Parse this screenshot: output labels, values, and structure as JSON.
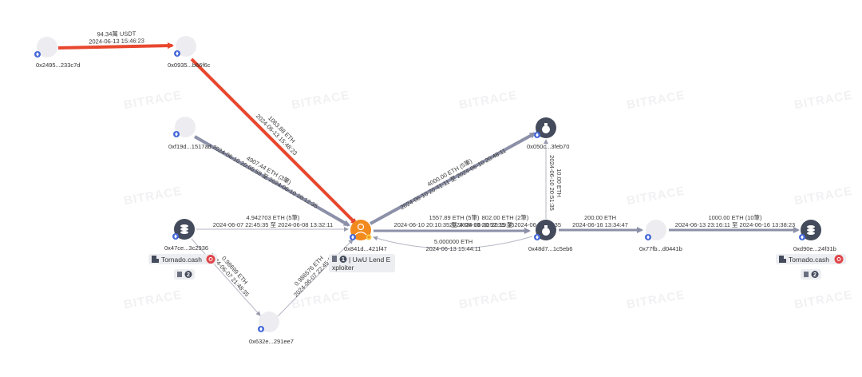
{
  "watermark": "BITRACE",
  "nodes": {
    "n2495": {
      "label": "0x2495...233c7d",
      "kind": "address"
    },
    "n0935": {
      "label": "0x0935...b66f6c",
      "kind": "address"
    },
    "nf19d": {
      "label": "0xf19d...1517ad",
      "kind": "address"
    },
    "n47ce": {
      "label": "0x47ce...3c2936",
      "kind": "entity",
      "tag": "Tornado.cash",
      "count": "2"
    },
    "n632e": {
      "label": "0x632e...291ee7",
      "kind": "address"
    },
    "n841d": {
      "label": "0x841d...421f47",
      "kind": "focus",
      "tag_num": "1",
      "tag": "| UwU Lend E",
      "tag_line2": "xploiter"
    },
    "n050c": {
      "label": "0x050c...3feb70",
      "kind": "entity"
    },
    "n48d7": {
      "label": "0x48d7...1c5eb6",
      "kind": "entity"
    },
    "n77fb": {
      "label": "0x77fb...d0441b",
      "kind": "address"
    },
    "nd90e": {
      "label": "0xd90e...24f31b",
      "kind": "entity",
      "tag": "Tornado.cash",
      "count": "2"
    }
  },
  "edges": {
    "e1": {
      "amount": "94.34萬 USDT",
      "time": "2024-06-13 15:46:23"
    },
    "e2": {
      "amount": "1063.88 ETH",
      "time": "2024-06-13 15:48:23"
    },
    "e3": {
      "amount": "4907.44 ETH (3筆)",
      "time": "2024-06-10 20:05:59 至 2024-06-10 20:12:35"
    },
    "e4": {
      "amount": "4.942703 ETH (5筆)",
      "time": "2024-06-07 22:45:35 至 2024-06-08 13:32:11"
    },
    "e5": {
      "amount": "0.98699 ETH",
      "time": "2024-06-07 21:48:35"
    },
    "e6": {
      "amount": "0.986576 ETH",
      "time": "2024-06-07 22:45:35"
    },
    "e7": {
      "amount": "4000.00 ETH (5筆)",
      "time": "2024-06-10 20:41:11 至 2024-06-10 20:48:11"
    },
    "e8": {
      "amount": "1557.89 ETH (5筆)",
      "time": "2024-06-10 20:10:35 至 2024-06-10 20:19:35"
    },
    "e9": {
      "amount": "802.00 ETH (2筆)",
      "time": "2024-06-10 20:52:35 至 2024-06-13 11:35"
    },
    "e10": {
      "amount": "5.000000 ETH",
      "time": "2024-06-13 15:44:11"
    },
    "e11": {
      "amount": "10.00 ETH",
      "time": "2024-06-10 20:51:35"
    },
    "e12": {
      "amount": "200.00 ETH",
      "time": "2024-06-16 13:34:47"
    },
    "e13": {
      "amount": "1000.00 ETH (10筆)",
      "time": "2024-06-13 23:16:11 至 2024-06-16 13:38:23"
    }
  },
  "colors": {
    "red_edge": "#e8472e",
    "gray_edge": "#8c90a8",
    "thin_edge": "#b4b6c4",
    "entity_node": "#444b5c",
    "focus_node": "#f28a1e",
    "address_node": "#ededf1",
    "chain_badge": "#4468d9",
    "tornado_badge": "#e0454a"
  }
}
